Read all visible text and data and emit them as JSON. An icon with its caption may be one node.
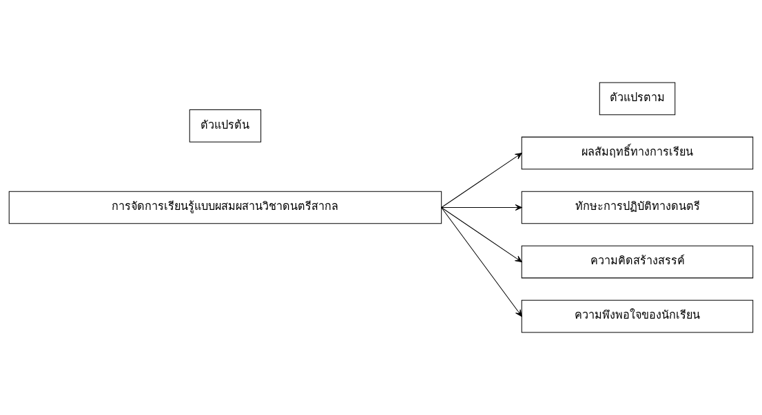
{
  "diagram": {
    "nodes": [
      {
        "text": [
          "ตัวแปรต้น"
        ]
      },
      {
        "text": [
          "ตัวแปรตาม"
        ]
      },
      {
        "text": [
          "การจัดการเรียนรู้แบบผสมผสานวิชาดนตรีสากล"
        ]
      },
      {
        "text": [
          "ผลสัมฤทธิ์ทางการเรียน"
        ]
      },
      {
        "text": [
          "ทักษะการปฏิบัติทางดนตรี"
        ]
      },
      {
        "text": [
          "ความคิดสร้างสรรค์"
        ]
      },
      {
        "text": [
          "ความพึงพอใจของนักเรียน"
        ]
      }
    ],
    "edges": [
      {
        "from": 2,
        "to": 3,
        "arrow": "to"
      },
      {
        "from": 2,
        "to": 4,
        "arrow": "to"
      },
      {
        "from": 2,
        "to": 5,
        "arrow": "to"
      },
      {
        "from": 2,
        "to": 6,
        "arrow": "to"
      }
    ]
  }
}
